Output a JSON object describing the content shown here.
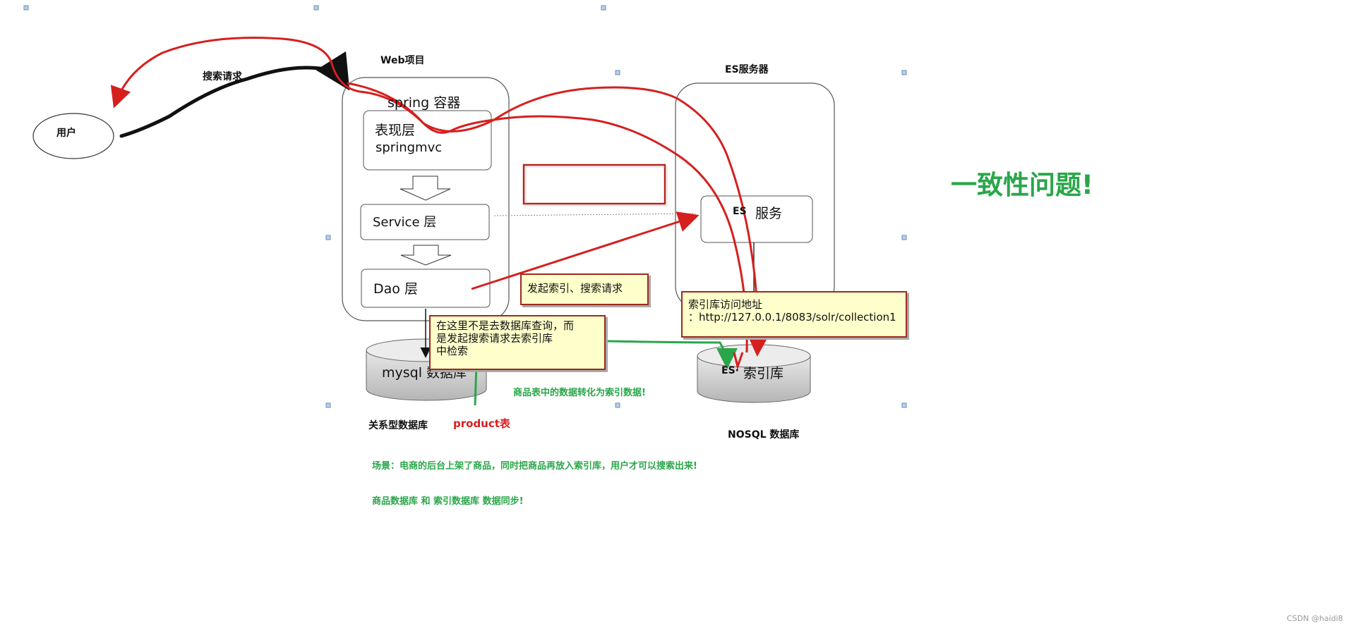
{
  "labels": {
    "user": "用户",
    "search_request": "搜索请求",
    "web_project": "Web项目",
    "spring_container": "spring 容器",
    "presentation_layer_line1": "表现层",
    "presentation_layer_line2": "springmvc",
    "service_layer": "Service 层",
    "dao_layer": "Dao 层",
    "es_server": "ES服务器",
    "es_service_prefix": "ES",
    "es_service": "服务",
    "mysql_db": "mysql 数据库",
    "relational_db": "关系型数据库",
    "product_table": "product表",
    "es_index_prefix": "ES·",
    "es_index": "索引库",
    "nosql_db": "NOSQL 数据库",
    "product_to_index": "商品表中的数据转化为索引数据!",
    "consistency_problem": "一致性问题!",
    "scenario": "场景：电商的后台上架了商品，同时把商品再放入索引库，用户才可以搜索出来!",
    "sync": "商品数据库 和  索引数据库 数据同步!",
    "watermark": "CSDN @haidi8"
  },
  "notes": {
    "initiate_index_search": "发起索引、搜索请求",
    "not_database_line1": "在这里不是去数据库查询，而",
    "not_database_line2": "是发起搜索请求去索引库",
    "not_database_line3": "中检索",
    "index_address_line1": "索引库访问地址",
    "index_address_line2": "：http://127.0.0.1/8083/solr/collection1"
  },
  "colors": {
    "red_stroke": "#d61f1f",
    "green_stroke": "#2aa64a",
    "note_fill": "#ffffcc",
    "note_border": "#9b2b1f",
    "db_fill": "#d0d0d0"
  }
}
